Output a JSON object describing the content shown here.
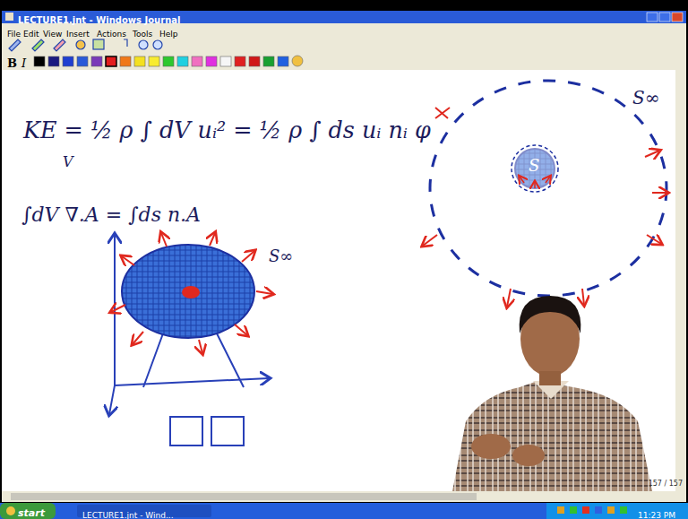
{
  "diagram": {
    "labels": [
      "LECTURE1.jnt - Windows Journal",
      "File",
      "Edit",
      "View",
      "Insert",
      "Actions",
      "Tools",
      "Help",
      "B",
      "I",
      "KE = ½ ρ ∫ dV uᵢ² = ½ ρ ∫ ds uᵢ nᵢ φ",
      "V",
      "∫dV ∇.A = ∫ds n.A",
      "S∞",
      "S",
      "S∞",
      "157 / 157",
      "start",
      "LECTURE1.jnt - Wind...",
      "11:23 PM"
    ]
  }
}
